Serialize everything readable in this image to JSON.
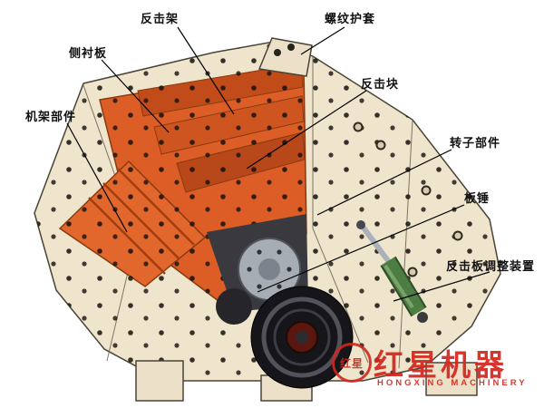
{
  "diagram": {
    "title_hint": "impact-crusher-cutaway",
    "labels": [
      {
        "id": "impact-frame",
        "text": "反击架"
      },
      {
        "id": "thread-sleeve",
        "text": "螺纹护套"
      },
      {
        "id": "side-liner",
        "text": "侧衬板"
      },
      {
        "id": "impact-block",
        "text": "反击块"
      },
      {
        "id": "frame-parts",
        "text": "机架部件"
      },
      {
        "id": "rotor-parts",
        "text": "转子部件"
      },
      {
        "id": "blow-bar",
        "text": "板锤"
      },
      {
        "id": "impact-plate-adjuster",
        "text": "反击板调整装置"
      }
    ]
  },
  "watermark": {
    "logo_text": "红星",
    "brand": "红星机器",
    "brand_en": "HONGXING MACHINERY"
  },
  "colors": {
    "body_cream": "#efe4cc",
    "liner_orange": "#dc5e26",
    "liner_dark_orange": "#b8471a",
    "cavity_gray": "#3a3a3e",
    "flywheel_black": "#15151a",
    "cylinder_green": "#4e7d44",
    "accent_red": "#d3261c",
    "line_black": "#000000"
  }
}
